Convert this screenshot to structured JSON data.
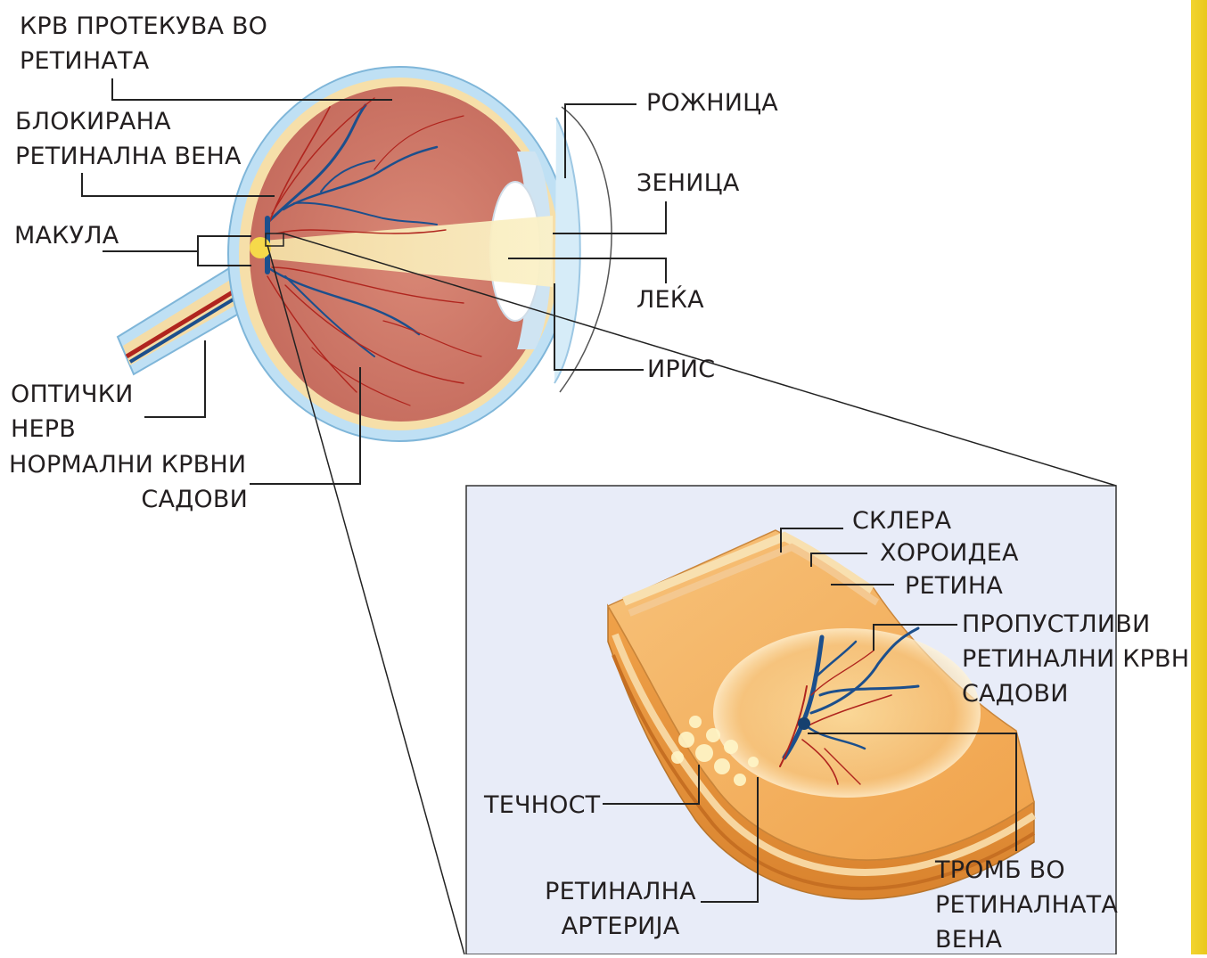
{
  "labels": {
    "blood_leak": [
      "КРВ ПРОТЕКУВА ВО",
      "РЕТИНАТА"
    ],
    "blocked_vein": [
      "БЛОКИРАНА",
      "РЕТИНАЛНА ВЕНА"
    ],
    "macula": "МАКУЛА",
    "optic_nerve": [
      "ОПТИЧКИ",
      "НЕРВ"
    ],
    "normal_vessels": [
      "НОРМАЛНИ КРВНИ",
      "САДОВИ"
    ],
    "cornea": "РОЖНИЦА",
    "pupil": "ЗЕНИЦА",
    "lens": "ЛЕЌА",
    "iris": "ИРИС",
    "sclera": "СКЛЕРА",
    "choroid": "ХОРОИДЕА",
    "retina": "РЕТИНА",
    "leaky_vessels": [
      "ПРОПУСТЛИВИ",
      "РЕТИНАЛНИ КРВНИ",
      "САДОВИ"
    ],
    "fluid": "ТЕЧНОСТ",
    "retinal_artery": [
      "РЕТИНАЛНА",
      "АРТЕРИЈА"
    ],
    "thrombus": [
      "ТРОМБ ВО",
      "РЕТИНАЛНАТА",
      "ВЕНА"
    ]
  },
  "colors": {
    "sclera_blue": "#bfe0f4",
    "eye_interior": "#cf7a6a",
    "vein": "#1c4f8c",
    "artery": "#b0251e",
    "inset_bg": "#e8ecf8",
    "tissue_orange": "#f0a24a",
    "accent_yellow": "#f2d430"
  }
}
